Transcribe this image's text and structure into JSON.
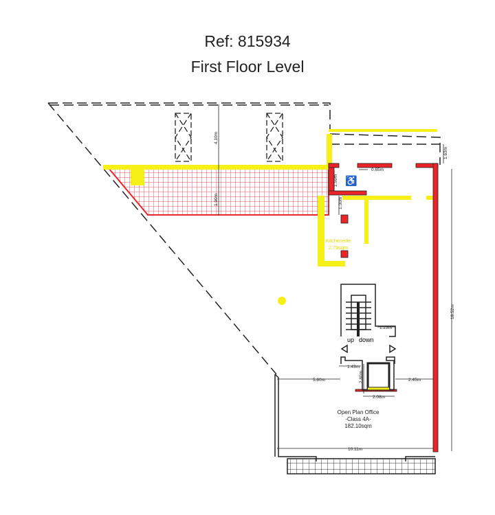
{
  "header": {
    "ref": "Ref: 815934",
    "level": "First Floor Level"
  },
  "dimensions": {
    "top_depth": "4.10m",
    "hatched_depth": "1.90m",
    "balcony_depth": "1.63m",
    "wc_door": "0.65m",
    "wc_depth": "1.59m",
    "corridor": "1.30m",
    "stair_landing": "1.23m",
    "lift_left": "1.43m",
    "lift_depth": "2.80m",
    "left_to_core": "5.60m",
    "core_to_right": "2.45m",
    "lift_width": "2.08m",
    "overall_width": "10.11m",
    "overall_length": "18.52m"
  },
  "rooms": {
    "kitchenette_name": "Kitchenette",
    "kitchenette_area": "2.79sqm",
    "office_name": "Open Plan Office",
    "office_class": "-Class 4A-",
    "office_area": "182.10sqm"
  },
  "stairs": {
    "up": "up",
    "down": "down"
  },
  "colors": {
    "red": "#e8262a",
    "yellow": "#f7f018",
    "hatch": "#f4b4b8"
  }
}
